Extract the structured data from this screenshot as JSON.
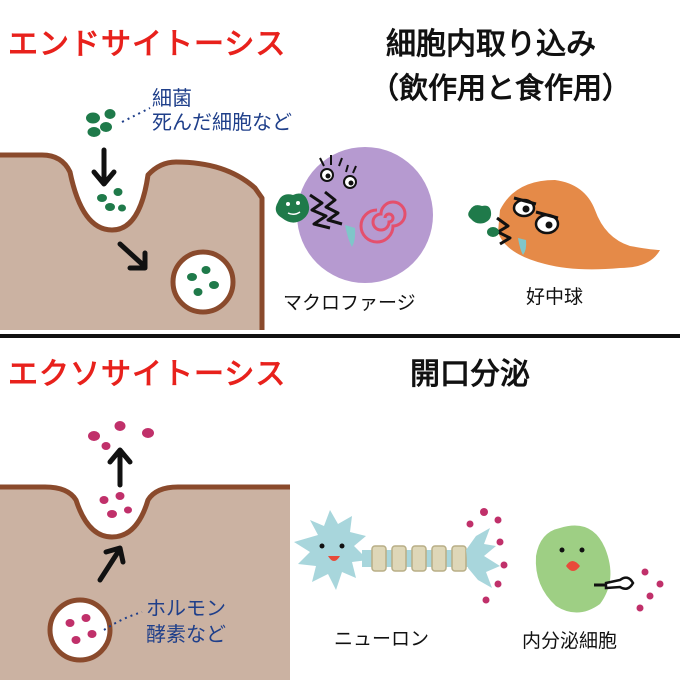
{
  "endocytosis": {
    "title": "エンドサイトーシス",
    "subtitle_line1": "細胞内取り込み",
    "subtitle_line2": "（飲作用と食作用）",
    "cargo_line1": "細菌",
    "cargo_line2": "死んだ細胞など",
    "cell_label_1": "マクロファージ",
    "cell_label_2": "好中球"
  },
  "exocytosis": {
    "title": "エクソサイトーシス",
    "subtitle": "開口分泌",
    "cargo_line1": "ホルモン",
    "cargo_line2": "酵素など",
    "cell_label_1": "ニューロン",
    "cell_label_2": "内分泌細胞"
  },
  "colors": {
    "membrane": "#8a4a2c",
    "cytoplasm": "#cbb2a2",
    "bacteria": "#1f7a4a",
    "secretion": "#c0306a",
    "macrophage": "#b69ad0",
    "neutrophil": "#e58a48",
    "neuron": "#a8d6dc",
    "endocrine": "#9ecf84",
    "title_red": "#e8211c",
    "label_blue": "#1f3f8a"
  }
}
